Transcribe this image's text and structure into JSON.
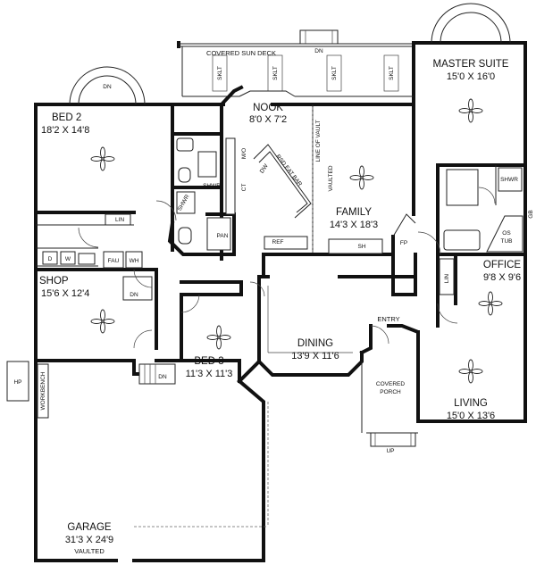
{
  "rooms": {
    "covered_sun_deck": "COVERED SUN DECK",
    "nook": {
      "name": "NOOK",
      "size": "8'0 X 7'2"
    },
    "master_suite": {
      "name": "MASTER SUITE",
      "size": "15'0 X 16'0"
    },
    "bed2": {
      "name": "BED 2",
      "size": "18'2 X 14'8"
    },
    "family": {
      "name": "FAMILY",
      "size": "14'3 X 18'3"
    },
    "shop": {
      "name": "SHOP",
      "size": "15'6 X 12'4"
    },
    "office": {
      "name": "OFFICE",
      "size": "9'8 X 9'6"
    },
    "bed3": {
      "name": "BED 3",
      "size": "11'3 X 11'3"
    },
    "dining": {
      "name": "DINING",
      "size": "13'9 X 11'6"
    },
    "entry": "ENTRY",
    "covered_porch": {
      "line1": "COVERED",
      "line2": "PORCH"
    },
    "living": {
      "name": "LIVING",
      "size": "15'0 X 13'6"
    },
    "garage": {
      "name": "GARAGE",
      "size": "31'3 X 24'9",
      "note": "VAULTED"
    }
  },
  "labels": {
    "dn": "DN",
    "up": "UP",
    "sklt": "SKLT",
    "mo": "M/O",
    "ct": "CT",
    "shwr": "SHWR",
    "lin": "LIN",
    "pan": "PAN",
    "ref": "REF",
    "sh": "SH",
    "fp": "FP",
    "dw": "DW",
    "rsd_eat_bar": "RSD EAT BAR",
    "line_of_vault": "LINE OF VAULT",
    "vaulted": "VAULTED",
    "os_tub": {
      "line1": "OS",
      "line2": "TUB"
    },
    "gb": "GB",
    "d": "D",
    "w": "W",
    "fau": "FAU",
    "wh": "WH",
    "hp": "HP",
    "workbench": "WORKBENCH"
  }
}
